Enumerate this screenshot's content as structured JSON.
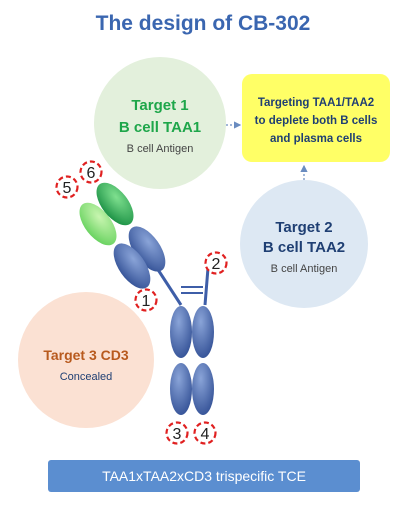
{
  "title": "The design of CB-302",
  "target1": {
    "line1": "Target 1",
    "line2": "B cell TAA1",
    "subtitle": "B cell Antigen"
  },
  "target2": {
    "line1": "Target 2",
    "line2": "B cell TAA2",
    "subtitle": "B cell Antigen"
  },
  "target3": {
    "line1": "Target 3 CD3",
    "subtitle": "Concealed"
  },
  "goal_box": {
    "line1": "Targeting TAA1/TAA2",
    "line2": "to deplete both B cells",
    "line3": "and plasma cells"
  },
  "site_labels": [
    "1",
    "2",
    "3",
    "4",
    "5",
    "6"
  ],
  "footer": "TAA1xTAA2xCD3 trispecific TCE",
  "colors": {
    "title": "#3a66b0",
    "target1_bg": "#e3f0dc",
    "target1_text": "#1ea64a",
    "target2_bg": "#dde8f3",
    "target2_text": "#1f3f73",
    "target3_bg": "#fbe1d3",
    "target3_text": "#b85a1e",
    "goal_bg": "#ffff66",
    "antibody": "#3e5ea8",
    "fab_green": "#22a55a",
    "marker": "#e02020",
    "footer_bg": "#5b8ed0"
  }
}
